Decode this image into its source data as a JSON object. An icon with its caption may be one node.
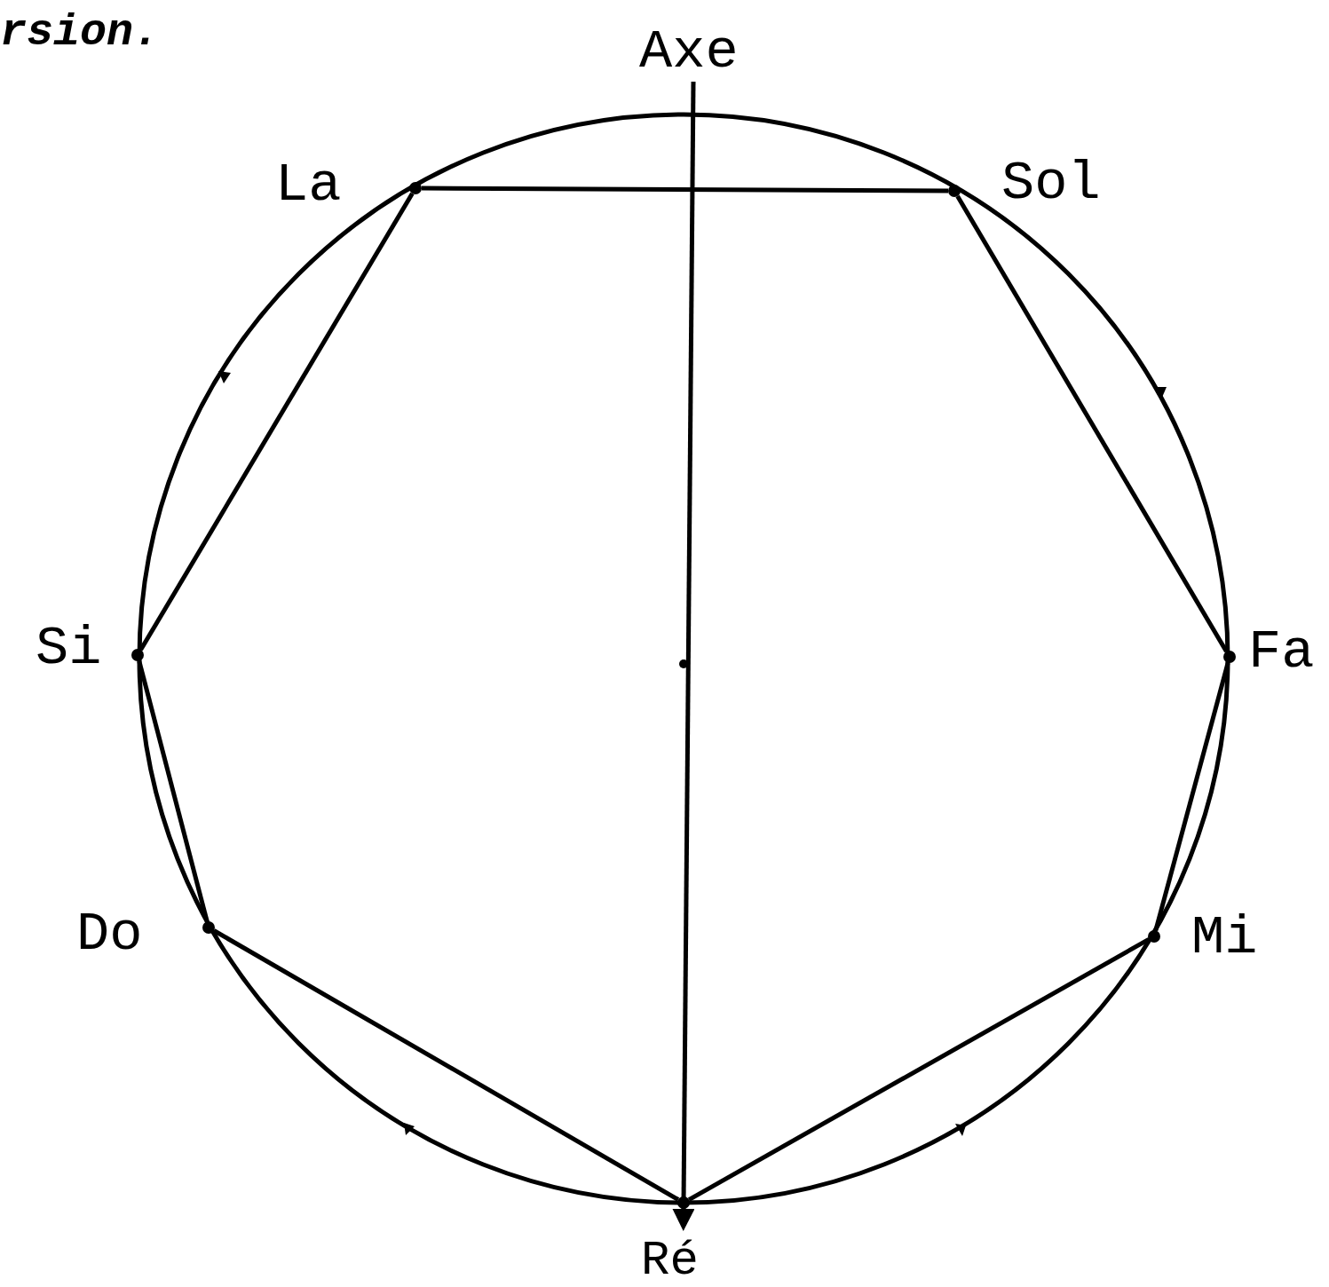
{
  "diagram": {
    "nodes": [
      {
        "text": [
          "Axe"
        ]
      },
      {
        "text": [],
        "shape": "dot",
        "beside": [
          "La"
        ]
      },
      {
        "text": [],
        "shape": "dot",
        "beside": [
          "Sol"
        ]
      },
      {
        "text": [],
        "shape": "dot",
        "beside": [
          "Si"
        ]
      },
      {
        "text": [],
        "shape": "dot",
        "beside": [
          "Fa"
        ]
      },
      {
        "text": [],
        "shape": "dot",
        "beside": [
          "Do"
        ]
      },
      {
        "text": [],
        "shape": "dot",
        "beside": [
          "Mi"
        ]
      },
      {
        "text": [],
        "shape": "dot",
        "beside": [
          "Ré"
        ]
      }
    ],
    "edges": [
      {
        "from": 1,
        "to": 2,
        "arrow": "none"
      },
      {
        "from": 2,
        "to": 4,
        "arrow": "none"
      },
      {
        "from": 4,
        "to": 6,
        "arrow": "none"
      },
      {
        "from": 6,
        "to": 7,
        "arrow": "none"
      },
      {
        "from": 7,
        "to": 5,
        "arrow": "none"
      },
      {
        "from": 5,
        "to": 3,
        "arrow": "none"
      },
      {
        "from": 3,
        "to": 1,
        "arrow": "none"
      },
      {
        "from": 0,
        "to": 7,
        "arrow": "to"
      }
    ],
    "labels": [
      "rsion."
    ]
  }
}
